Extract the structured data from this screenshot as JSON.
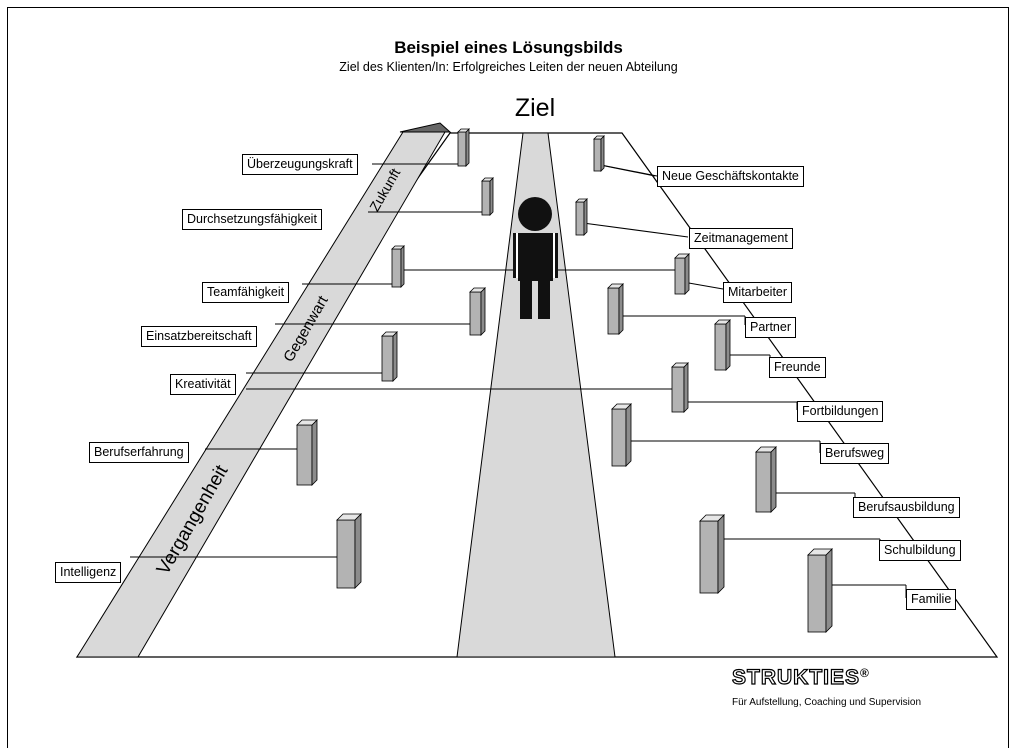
{
  "header": {
    "title": "Beispiel eines Lösungsbilds",
    "subtitle": "Ziel des Klienten/In: Erfolgreiches Leiten der neuen Abteilung",
    "goal": "Ziel"
  },
  "timeline": {
    "future": "Zukunft",
    "present": "Gegenwart",
    "past": "Vergangenheit"
  },
  "left_resources": [
    "Überzeugungskraft",
    "Durchsetzungsfähigkeit",
    "Teamfähigkeit",
    "Einsatzbereitschaft",
    "Kreativität",
    "Berufserfahrung",
    "Intelligenz"
  ],
  "right_resources": [
    "Neue Geschäftskontakte",
    "Zeitmanagement",
    "Mitarbeiter",
    "Partner",
    "Freunde",
    "Fortbildungen",
    "Berufsweg",
    "Berufsausbildung",
    "Schulbildung",
    "Familie"
  ],
  "logo": {
    "name": "STRUKTIES",
    "mark": "®",
    "tagline": "Für Aufstellung, Coaching und Supervision"
  },
  "colors": {
    "road": "#d9d9d9",
    "post": "#b3b3b3",
    "figure": "#111111"
  }
}
